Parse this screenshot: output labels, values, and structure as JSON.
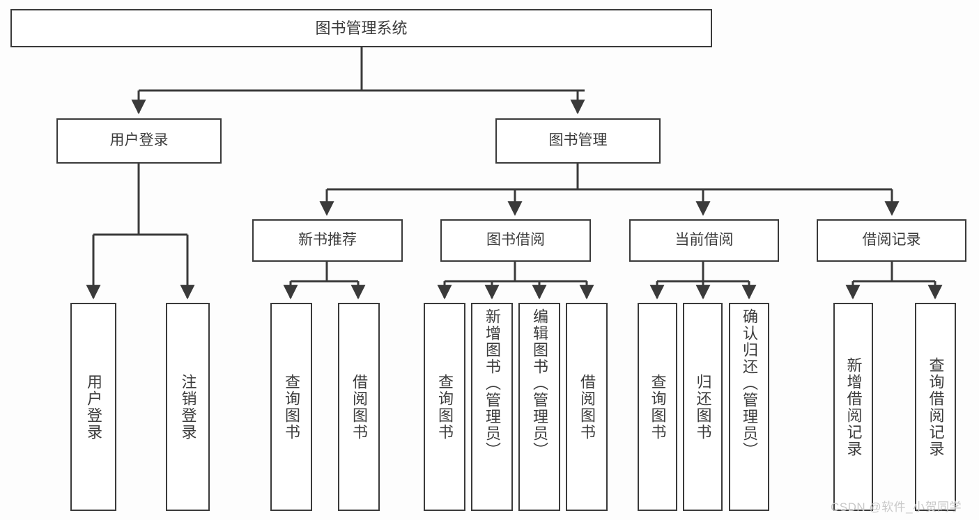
{
  "diagram": {
    "title": "图书管理系统",
    "type": "hierarchy-tree",
    "background_color": "#fdfdfd",
    "line_color": "#3a3a3a",
    "box_fill": "#ffffff",
    "text_color": "#3c3c3c"
  },
  "nodes": {
    "root": {
      "label": "图书管理系统"
    },
    "level1": [
      {
        "label": "用户登录"
      },
      {
        "label": "图书管理"
      }
    ],
    "level2": [
      {
        "label": "新书推荐"
      },
      {
        "label": "图书借阅"
      },
      {
        "label": "当前借阅"
      },
      {
        "label": "借阅记录"
      }
    ],
    "leaves_user_login": [
      {
        "label": "用户登录"
      },
      {
        "label": "注销登录"
      }
    ],
    "leaves_new_book": [
      {
        "label": "查询图书"
      },
      {
        "label": "借阅图书"
      }
    ],
    "leaves_borrow": [
      {
        "label": "查询图书"
      },
      {
        "label": "新增图书（管理员）"
      },
      {
        "label": "编辑图书（管理员）"
      },
      {
        "label": "借阅图书"
      }
    ],
    "leaves_current": [
      {
        "label": "查询图书"
      },
      {
        "label": "归还图书"
      },
      {
        "label": "确认归还（管理员）"
      }
    ],
    "leaves_records": [
      {
        "label": "新增借阅记录"
      },
      {
        "label": "查询借阅记录"
      }
    ]
  },
  "watermark": {
    "text": "CSDN @软件_小贺同学",
    "color": "#c9c9c9"
  }
}
